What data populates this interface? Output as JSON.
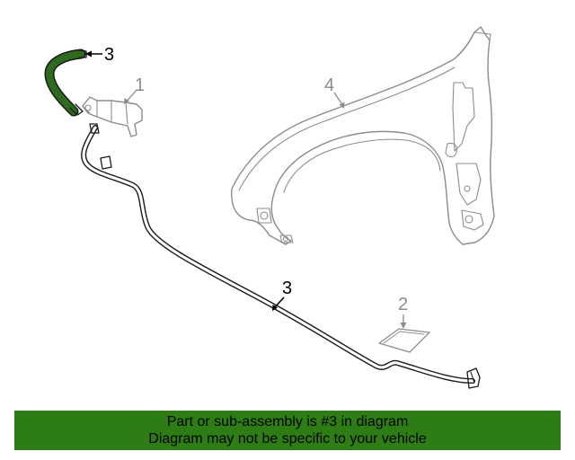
{
  "diagram": {
    "callouts": [
      {
        "id": "3a",
        "text": "3",
        "highlighted": true
      },
      {
        "id": "1",
        "text": "1",
        "highlighted": false
      },
      {
        "id": "4",
        "text": "4",
        "highlighted": false
      },
      {
        "id": "3b",
        "text": "3",
        "highlighted": true
      },
      {
        "id": "2",
        "text": "2",
        "highlighted": false
      }
    ],
    "highlight_color": "#2e6b1e",
    "part_color": "#8c8c8c"
  },
  "banner": {
    "line1": "Part or sub-assembly is #3 in diagram",
    "line2": "Diagram may not be specific to your vehicle",
    "background": "#2e7d14"
  }
}
